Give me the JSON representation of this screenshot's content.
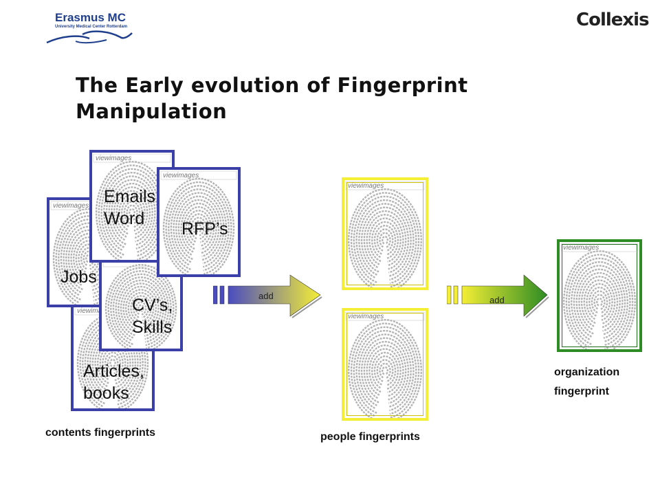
{
  "logos": {
    "erasmus": "Erasmus MC",
    "erasmus_sub": "University Medical Center Rotterdam",
    "collexis": "Collexis"
  },
  "title": "The Early evolution of Fingerprint Manipulation",
  "card_tag": "viewimages",
  "content_cards": [
    {
      "label": "Articles,\nbooks"
    },
    {
      "label": "Jobs"
    },
    {
      "label": "CV’s,\nSkills"
    },
    {
      "label": "Emails,\nWord"
    },
    {
      "label": "RFP’s"
    }
  ],
  "arrows": [
    {
      "label": "add",
      "colors": [
        "#4a4cc0",
        "#f4ee35"
      ]
    },
    {
      "label": "add",
      "colors": [
        "#f4ee35",
        "#2d8c24"
      ]
    }
  ],
  "captions": {
    "contents": "contents fingerprints",
    "people": "people fingerprints",
    "organization_line1": "organization",
    "organization_line2": "fingerprint"
  }
}
